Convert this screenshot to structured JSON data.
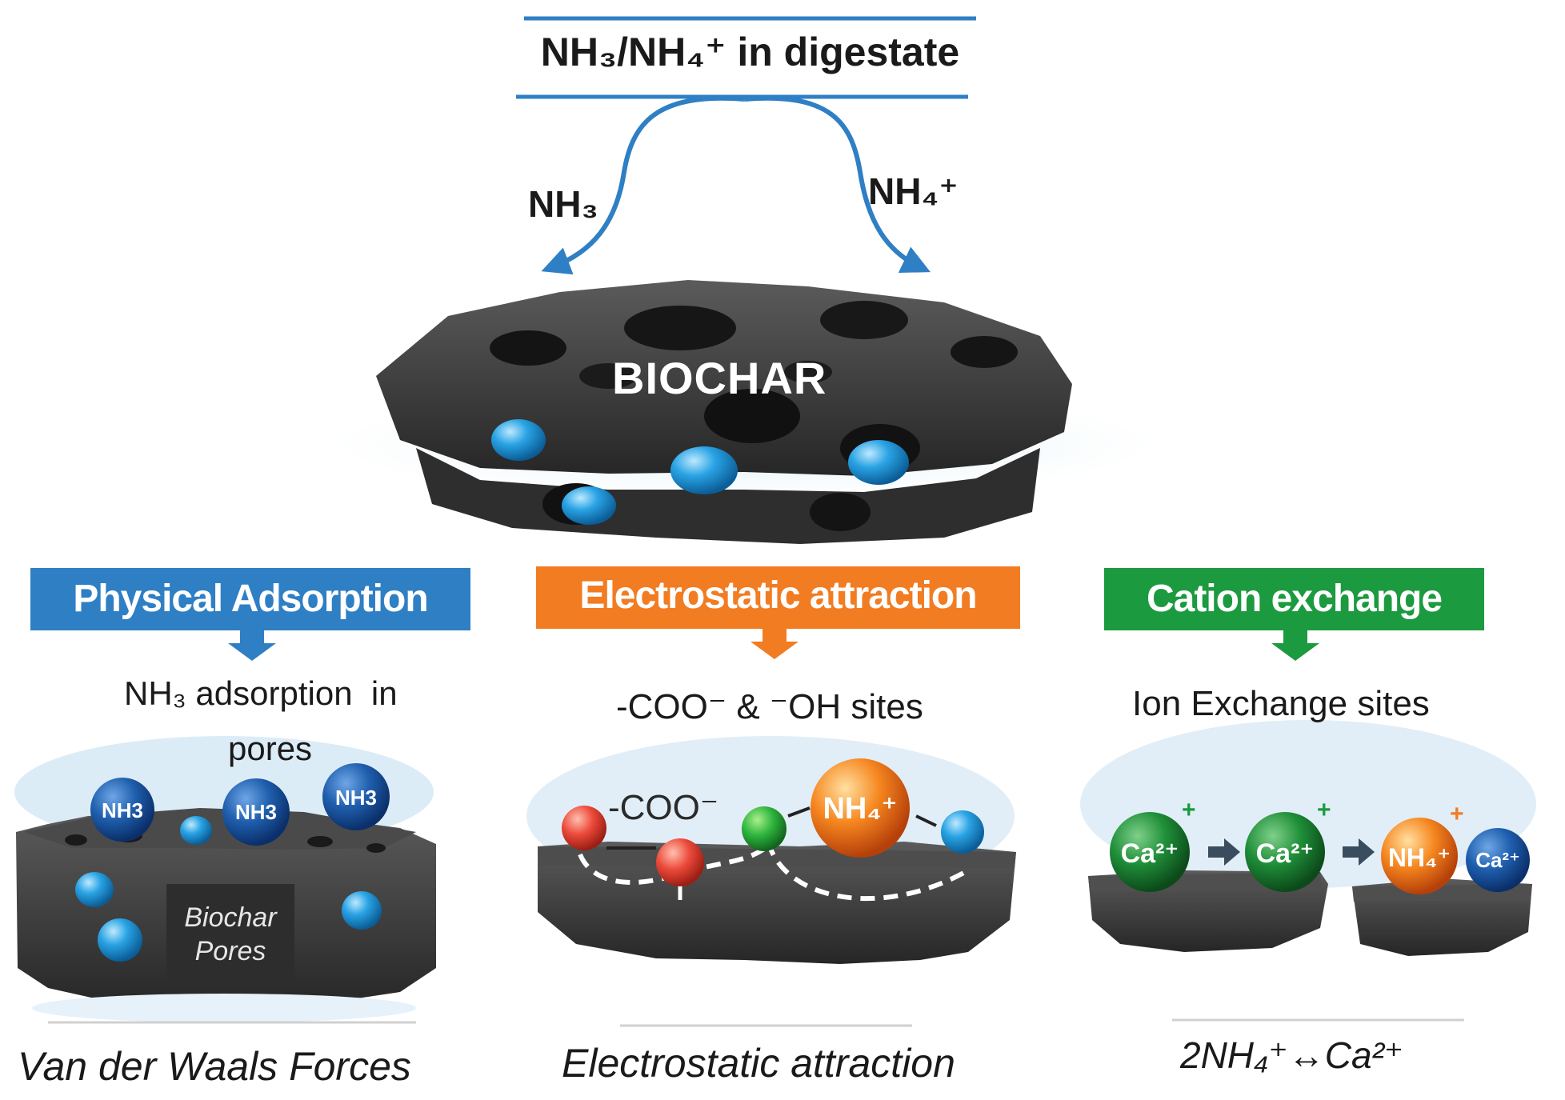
{
  "source": {
    "label": "NH₃/NH₄⁺ in digestate",
    "left_species": "NH₃",
    "right_species": "NH₄⁺"
  },
  "biochar": {
    "label": "BIOCHAR"
  },
  "mechanisms": [
    {
      "title": "Physical Adsorption",
      "color": "#2f7fc4",
      "description_line1": "NH₃ adsorption  in",
      "description_line2": "pores",
      "particles": [
        "NH3",
        "NH3",
        "NH3"
      ],
      "inset_label_line1": "Biochar",
      "inset_label_line2": "Pores",
      "force": "Van der Waals Forces"
    },
    {
      "title": "Electrostatic attraction",
      "color": "#f27c22",
      "description": "-COO⁻ & ⁻OH sites",
      "group_label": "-COO⁻",
      "cation": "NH₄⁺",
      "force": "Electrostatic attraction"
    },
    {
      "title": "Cation exchange",
      "color": "#1c9a3f",
      "description": "Ion Exchange sites",
      "ions": [
        "Ca²⁺",
        "Ca²⁺",
        "NH₄⁺",
        "Ca²⁺"
      ],
      "force": "2NH₄⁺↔Ca²⁺"
    }
  ],
  "colors": {
    "accent_blue": "#2f7fc4",
    "char": "#3d3d3d",
    "water": "#2aa5e6"
  }
}
